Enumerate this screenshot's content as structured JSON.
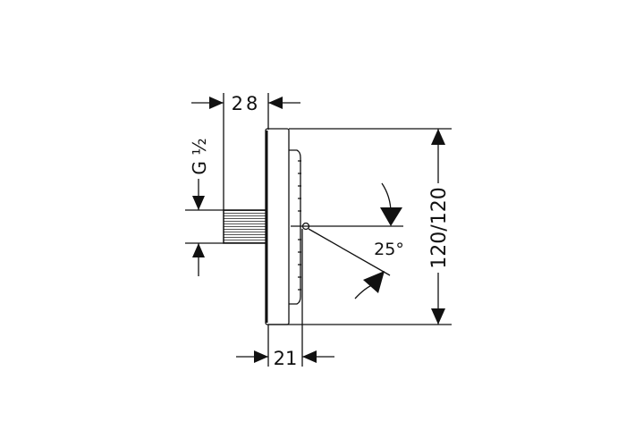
{
  "drawing": {
    "dimensions": {
      "connection_depth": "28",
      "thread_size": "G ½",
      "height_width": "120/120",
      "head_depth": "21",
      "tilt_angle": "25°"
    },
    "colors": {
      "line": "#111111",
      "background": "#ffffff"
    }
  }
}
